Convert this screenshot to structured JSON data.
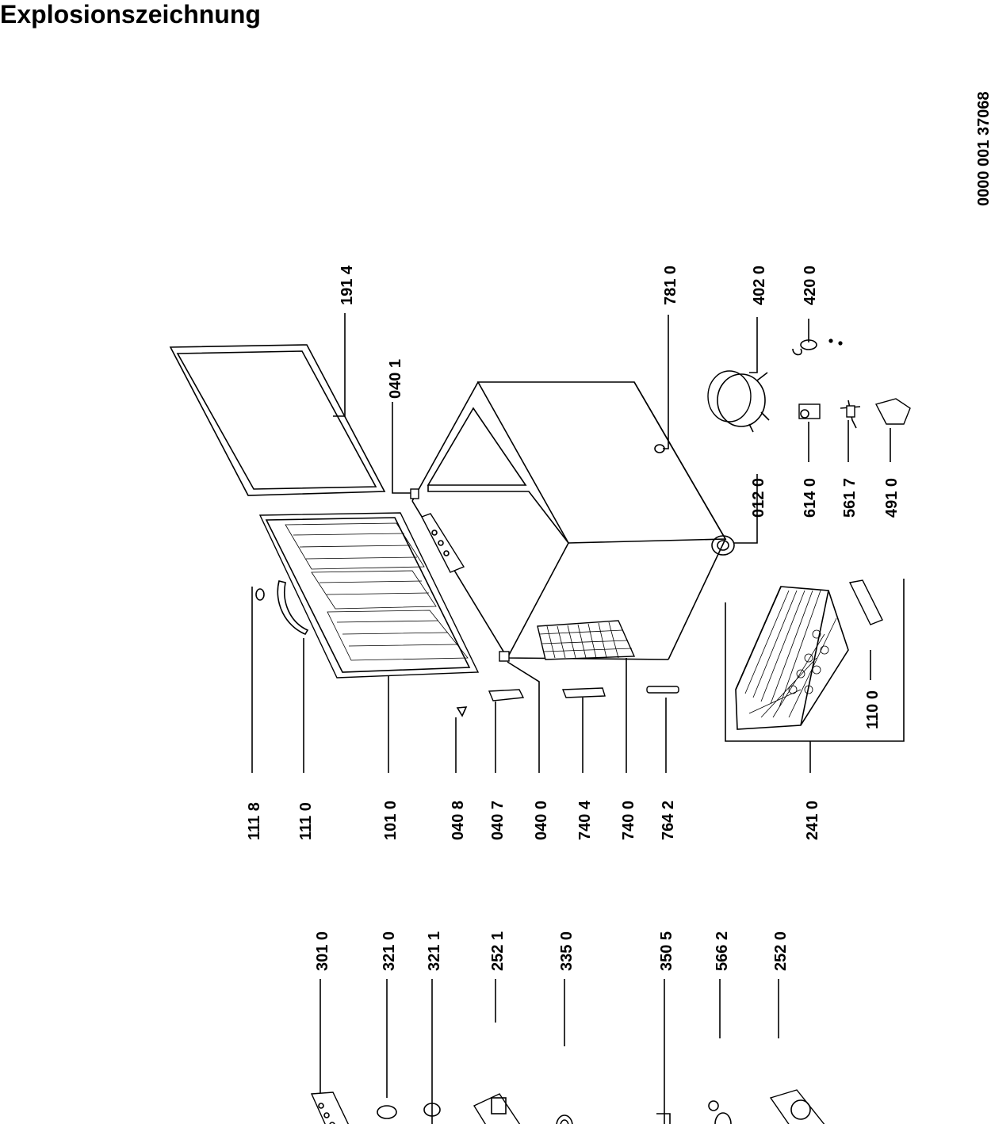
{
  "title": "Explosionszeichnung",
  "document_number": "0000 001 37068",
  "labels": {
    "p1914": "191 4",
    "p7810": "781 0",
    "p4020": "402 0",
    "p4200": "420 0",
    "p0401": "040 1",
    "p0120": "012 0",
    "p6140": "614 0",
    "p5617": "561 7",
    "p4910": "491 0",
    "p1100": "110 0",
    "p1118": "111 8",
    "p1110": "111 0",
    "p1010": "101 0",
    "p0408": "040 8",
    "p0407": "040 7",
    "p0400": "040 0",
    "p7404": "740 4",
    "p7400": "740 0",
    "p7642": "764 2",
    "p2410": "241 0",
    "p3010": "301 0",
    "p3210": "321 0",
    "p3211": "321 1",
    "p2521": "252 1",
    "p3350": "335 0",
    "p3505": "350 5",
    "p5662": "566 2",
    "p2520": "252 0"
  }
}
